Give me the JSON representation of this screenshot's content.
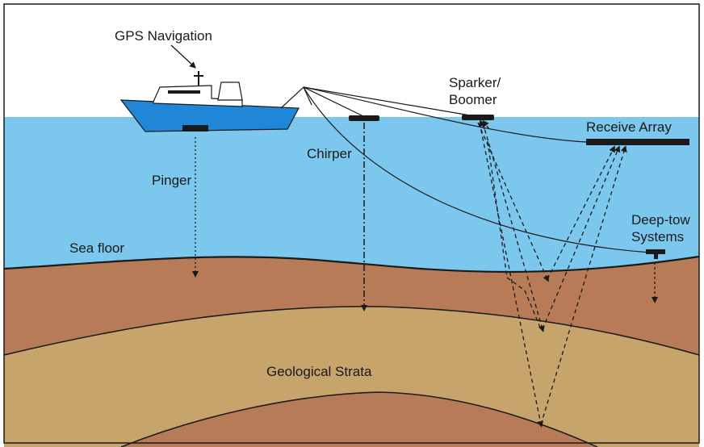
{
  "labels": {
    "gps": "GPS Navigation",
    "sparker_line1": "Sparker/",
    "sparker_line2": "Boomer",
    "receive_array": "Receive Array",
    "chirper": "Chirper",
    "pinger": "Pinger",
    "deeptow_line1": "Deep-tow",
    "deeptow_line2": "Systems",
    "sea_floor": "Sea floor",
    "strata": "Geological Strata"
  },
  "colors": {
    "sky": "#ffffff",
    "water": "#7cc7ee",
    "sediment_upper": "#b77c57",
    "strata": "#c6a46c",
    "sediment_lower": "#b77c57",
    "ship_hull": "#1f86d8",
    "equipment": "#1a1a1a"
  }
}
